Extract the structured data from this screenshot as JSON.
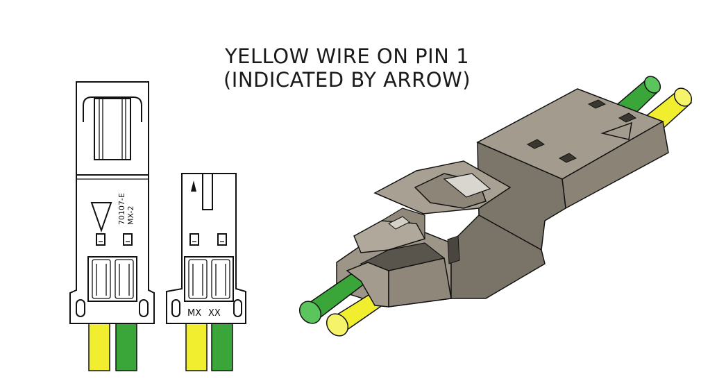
{
  "title": {
    "line1": "YELLOW WIRE ON PIN 1",
    "line2": "(INDICATED BY ARROW)"
  },
  "left_view": {
    "part_number": "70107-E",
    "part_code": "MX-2"
  },
  "middle_view": {
    "label_left": "MX",
    "label_right": "XX"
  },
  "colors": {
    "yellow_wire": "#f0ee2e",
    "green_wire": "#3aa63a",
    "housing_light": "#a39c8e",
    "housing_mid": "#8e877a",
    "housing_dark": "#6f695e",
    "outline": "#111111"
  }
}
